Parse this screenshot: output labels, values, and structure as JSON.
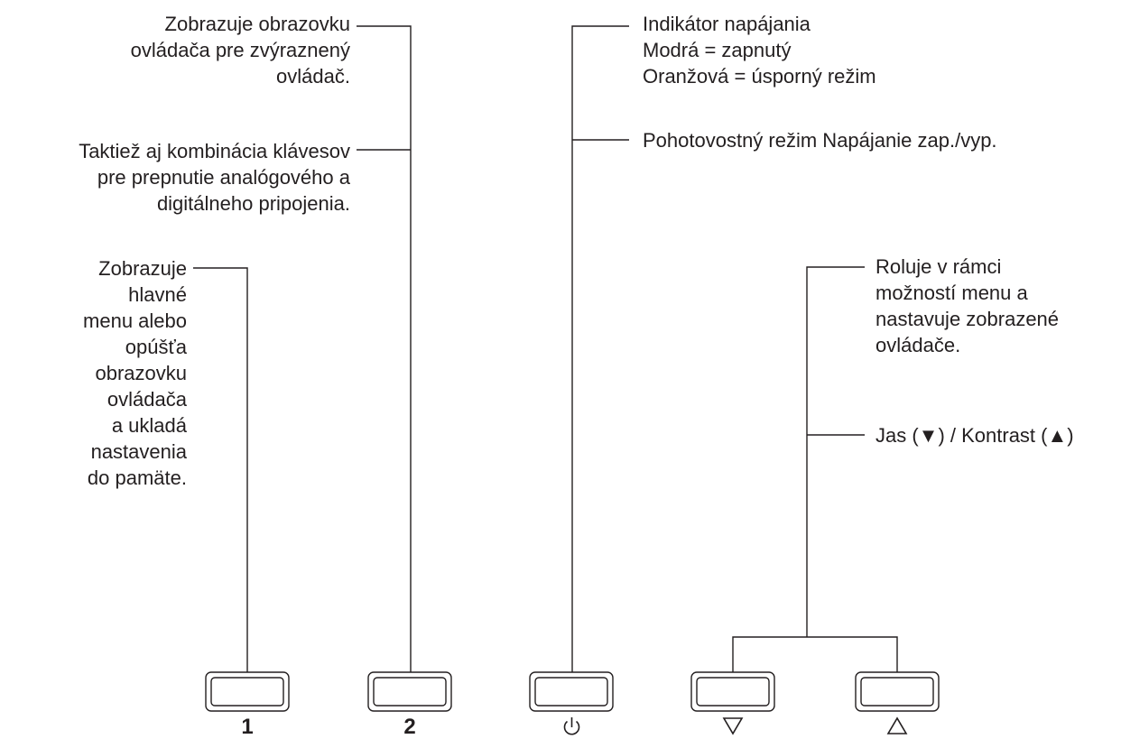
{
  "colors": {
    "ink": "#231f20",
    "button_fill": "#ffffff"
  },
  "callouts": {
    "osd_button": "Zobrazuje obrazovku\novládača pre zvýraznený\novládač.",
    "input_switch": "Taktiež aj kombinácia klávesov\npre prepnutie analógového a\ndigitálneho pripojenia.",
    "menu_button": "Zobrazuje\nhlavné\nmenu alebo\nopúšťa\nobrazovku\novládača\na ukladá\nnastavenia\ndo pamäte.",
    "power_led": "Indikátor napájania\nModrá = zapnutý\nOranžová = úsporný režim",
    "power_button": "Pohotovostný režim Napájanie zap./vyp.",
    "scroll": "Roluje v rámci\nmožností menu a\nnastavuje zobrazené\novládače.",
    "brightness_contrast": "Jas (▼) / Kontrast (▲)"
  },
  "buttons": {
    "b1_label": "1",
    "b2_label": "2",
    "power_icon": "power-icon",
    "down_icon": "down-triangle-icon",
    "up_icon": "up-triangle-icon"
  }
}
